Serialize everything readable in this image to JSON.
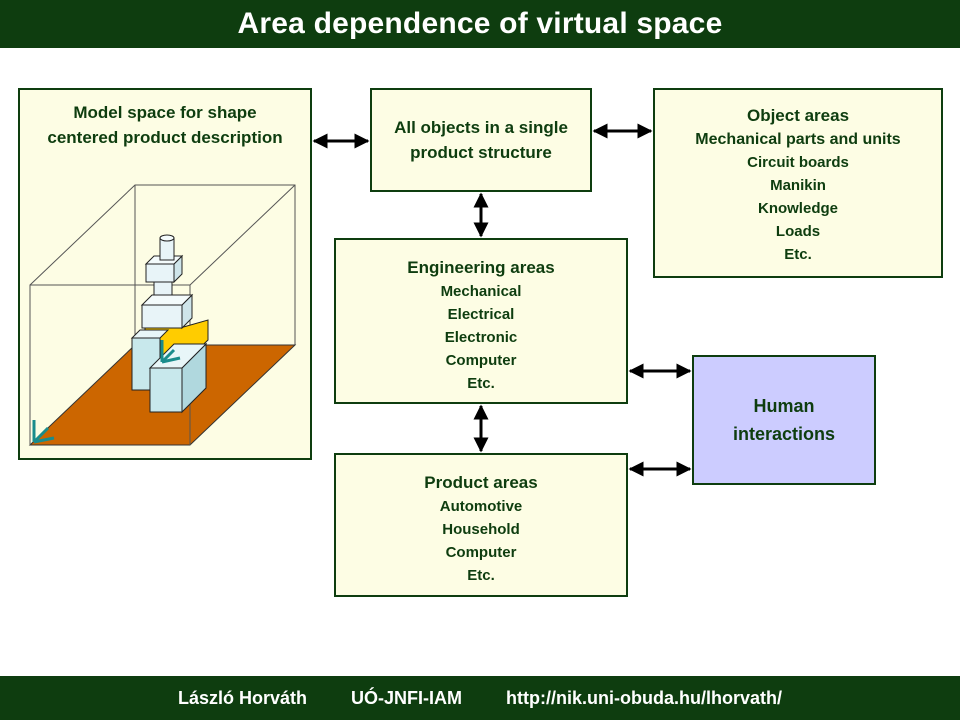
{
  "title": "Area dependence of virtual space",
  "model_space": {
    "label": "Model space for shape centered product description"
  },
  "all_objects": {
    "label": "All objects in a single product structure"
  },
  "object_areas": {
    "heading": "Object areas",
    "items": [
      "Mechanical parts and units",
      "Circuit boards",
      "Manikin",
      "Knowledge",
      "Loads",
      "Etc."
    ]
  },
  "engineering_areas": {
    "heading": "Engineering areas",
    "items": [
      "Mechanical",
      "Electrical",
      "Electronic",
      "Computer",
      "Etc."
    ]
  },
  "product_areas": {
    "heading": "Product areas",
    "items": [
      "Automotive",
      "Household",
      "Computer",
      "Etc."
    ]
  },
  "human_interactions": {
    "label": "Human interactions"
  },
  "footer": {
    "author": "László Horváth",
    "institute": "UÓ-JNFI-IAM",
    "url": "http://nik.uni-obuda.hu/lhorvath/"
  },
  "colors": {
    "bar": "#0e3d0f",
    "box_fill": "#fdfde4",
    "human_fill": "#ccccff",
    "floor": "#cc6600",
    "part_yellow": "#ffcc00",
    "part_light": "#c8e8ec",
    "axis": "#1a8c8c"
  }
}
